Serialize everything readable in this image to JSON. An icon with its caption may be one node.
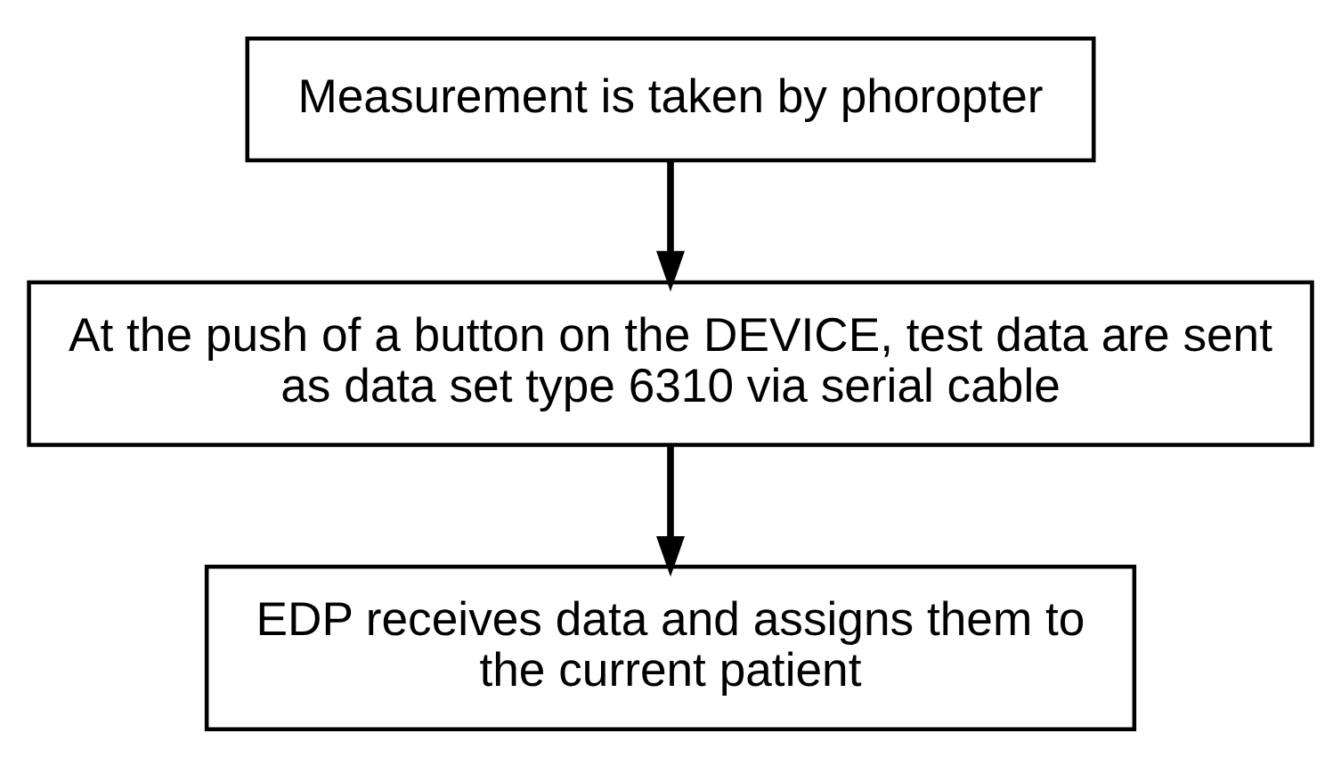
{
  "diagram": {
    "nodes": [
      {
        "text": [
          "Measurement is taken by phoropter"
        ]
      },
      {
        "text": [
          "At the push of a button on the DEVICE, test data are sent as data set type 6310 via serial cable"
        ]
      },
      {
        "text": [
          "EDP receives data and assigns them to the current patient"
        ]
      }
    ],
    "edges": [
      {
        "from": 0,
        "to": 1,
        "arrow": "to"
      },
      {
        "from": 1,
        "to": 2,
        "arrow": "to"
      }
    ]
  }
}
